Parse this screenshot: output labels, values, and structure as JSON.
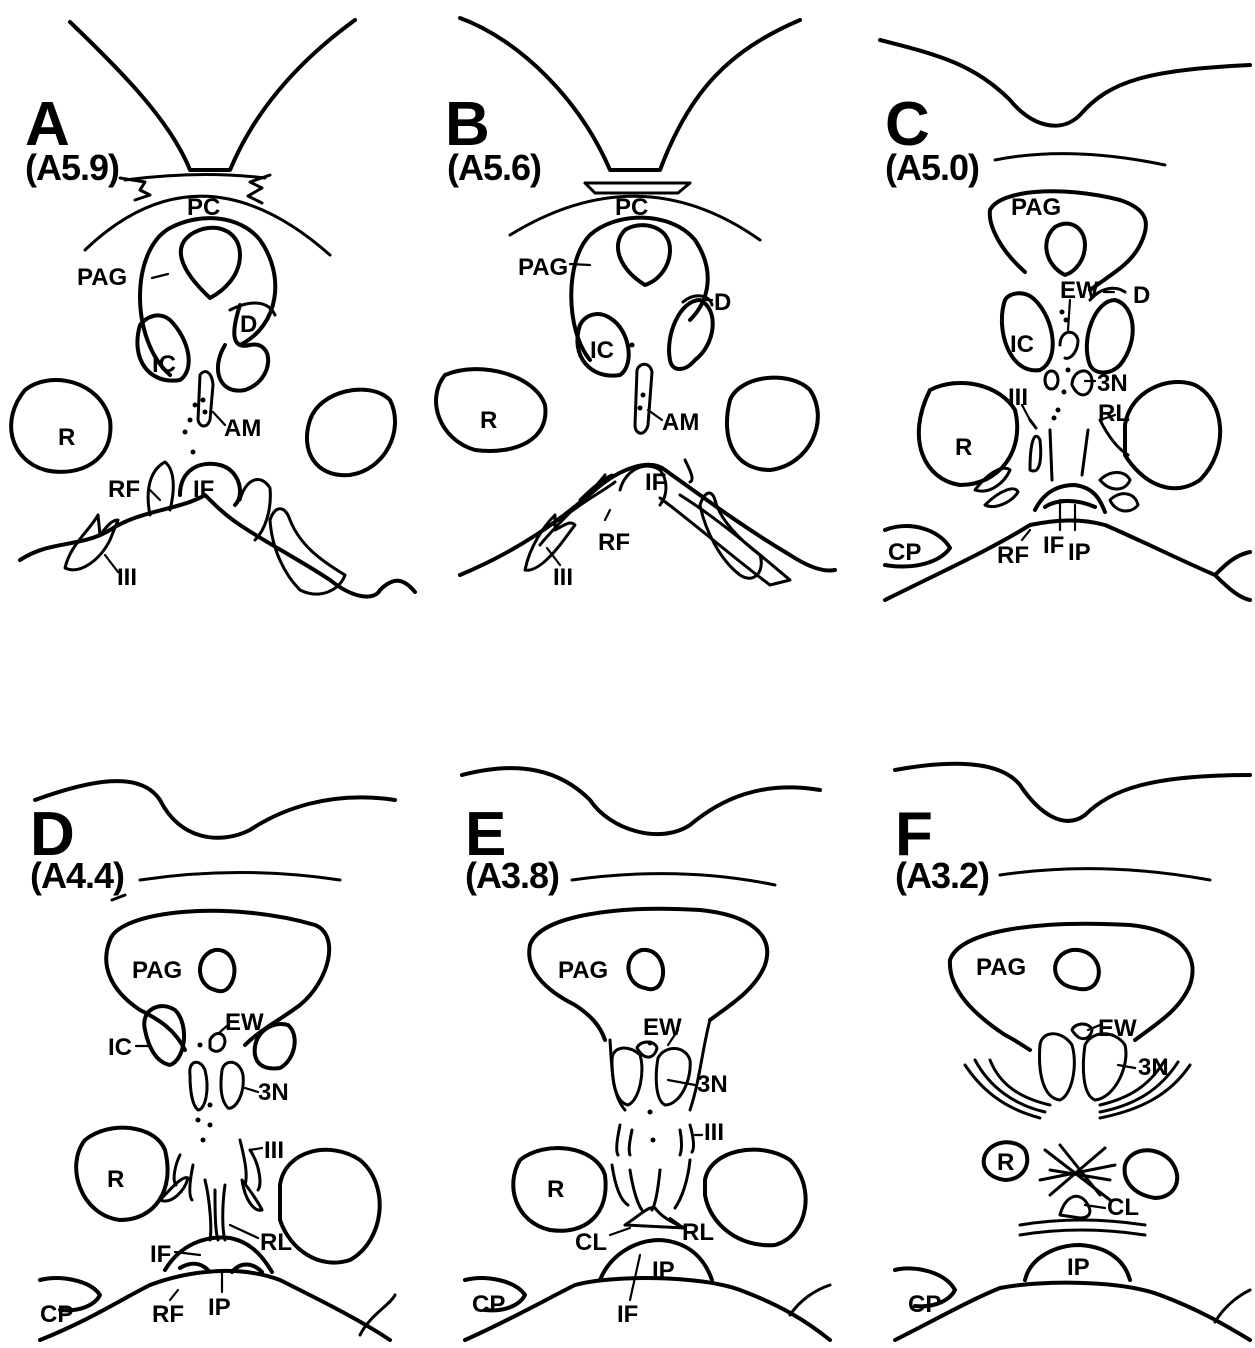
{
  "panels": [
    {
      "letter": "A",
      "coord": "(A5.9)",
      "labels": {
        "PC": "PC",
        "PAG": "PAG",
        "D": "D",
        "IC": "IC",
        "AM": "AM",
        "R": "R",
        "RF": "RF",
        "IF": "IF",
        "III": "III"
      }
    },
    {
      "letter": "B",
      "coord": "(A5.6)",
      "labels": {
        "PC": "PC",
        "PAG": "PAG",
        "D": "D",
        "IC": "IC",
        "AM": "AM",
        "R": "R",
        "IF": "IF",
        "RF": "RF",
        "III": "III"
      }
    },
    {
      "letter": "C",
      "coord": "(A5.0)",
      "labels": {
        "PAG": "PAG",
        "EW": "EW",
        "D": "D",
        "IC": "IC",
        "3N": "3N",
        "III": "III",
        "RL": "RL",
        "R": "R",
        "CP": "CP",
        "RF": "RF",
        "IF": "IF",
        "IP": "IP"
      }
    },
    {
      "letter": "D",
      "coord": "(A4.4)",
      "labels": {
        "PAG": "PAG",
        "EW": "EW",
        "IC": "IC",
        "3N": "3N",
        "III": "III",
        "R": "R",
        "RL": "RL",
        "IF": "IF",
        "CP": "CP",
        "RF": "RF",
        "IP": "IP"
      }
    },
    {
      "letter": "E",
      "coord": "(A3.8)",
      "labels": {
        "PAG": "PAG",
        "EW": "EW",
        "3N": "3N",
        "III": "III",
        "R": "R",
        "CL": "CL",
        "RL": "RL",
        "IP": "IP",
        "CP": "CP",
        "IF": "IF"
      }
    },
    {
      "letter": "F",
      "coord": "(A3.2)",
      "labels": {
        "PAG": "PAG",
        "EW": "EW",
        "3N": "3N",
        "R": "R",
        "CL": "CL",
        "IP": "IP",
        "CP": "CP"
      }
    }
  ]
}
